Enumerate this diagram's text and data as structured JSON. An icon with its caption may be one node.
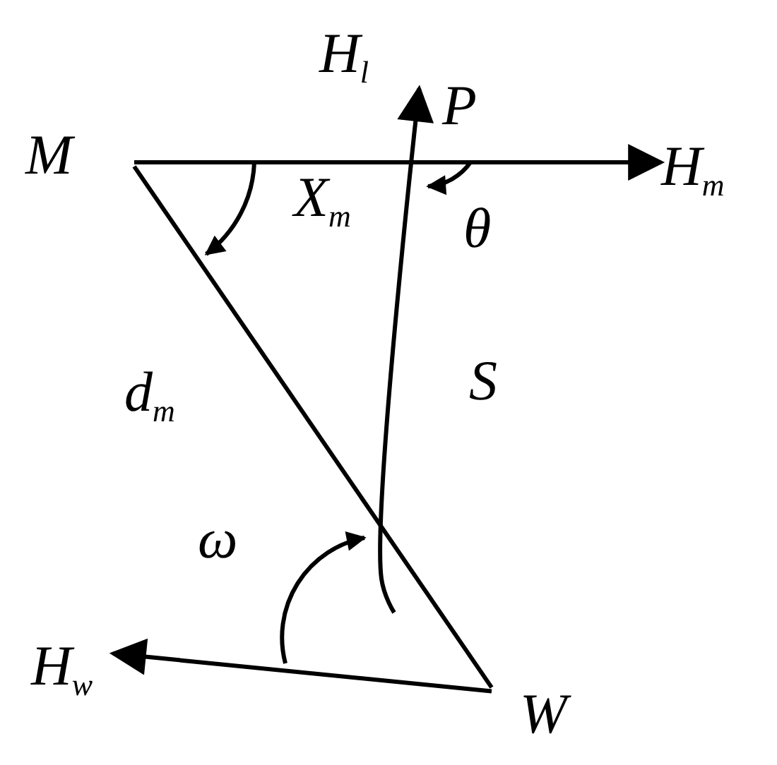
{
  "diagram": {
    "nodes": [
      {
        "text": [
          "M"
        ]
      },
      {
        "text": [
          "H$_{m}$"
        ]
      },
      {
        "text": [
          "H$_{l}$"
        ]
      },
      {
        "text": [
          "W"
        ]
      },
      {
        "text": [
          "H$_{w}$"
        ]
      }
    ],
    "edges": [
      {
        "from": 0,
        "to": 1,
        "arrow": "to"
      },
      {
        "from": 0,
        "to": 3,
        "arrow": "none",
        "label": "d$_{m}$"
      },
      {
        "from": null,
        "to": 2,
        "arrow": "to",
        "label": "S"
      },
      {
        "from": 3,
        "to": 4,
        "arrow": "to"
      }
    ],
    "labels": [
      "P",
      "X$_{m}$",
      "θ",
      "ω"
    ]
  }
}
